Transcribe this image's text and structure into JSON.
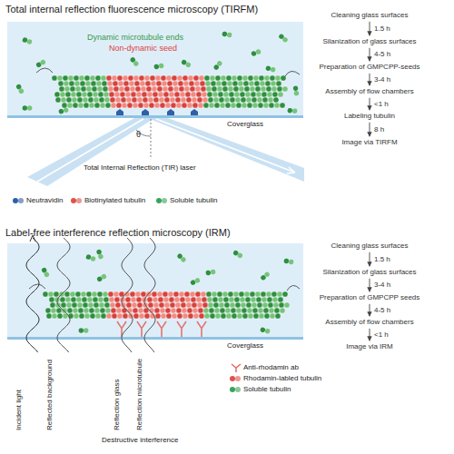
{
  "diagram": {
    "title": "Total internal reflection fluorescence microscopy (TIRFM)",
    "nodes": [
      {
        "text": [
          "Cleaning glass surfaces"
        ]
      },
      {
        "text": [
          "Silanization of glass surfaces"
        ]
      },
      {
        "text": [
          "Preparation of GMPCPP-seeds"
        ]
      },
      {
        "text": [
          "Assembly of flow chambers"
        ]
      },
      {
        "text": [
          "Labeling tubulin"
        ]
      },
      {
        "text": [
          "Image via TIRFM"
        ]
      },
      {
        "text": [
          "Cleaning glass surfaces"
        ]
      },
      {
        "text": [
          "Silanization of glass surfaces"
        ]
      },
      {
        "text": [
          "Preparation of GMPCPP seeds"
        ]
      },
      {
        "text": [
          "Assembly of flow chambers"
        ]
      },
      {
        "text": [
          "Image via IRM"
        ]
      }
    ],
    "edges": [
      {
        "from": 0,
        "to": 1,
        "arrow": "to",
        "label": "1.5 h"
      },
      {
        "from": 1,
        "to": 2,
        "arrow": "to",
        "label": "4-5 h"
      },
      {
        "from": 2,
        "to": 3,
        "arrow": "to",
        "label": "3-4 h"
      },
      {
        "from": 3,
        "to": 4,
        "arrow": "to",
        "label": "<1 h"
      },
      {
        "from": 4,
        "to": 5,
        "arrow": "to",
        "label": "8 h"
      },
      {
        "from": 6,
        "to": 7,
        "arrow": "to",
        "label": "1.5 h"
      },
      {
        "from": 7,
        "to": 8,
        "arrow": "to",
        "label": "3-4 h"
      },
      {
        "from": 8,
        "to": 9,
        "arrow": "to",
        "label": "4-5 h"
      },
      {
        "from": 9,
        "to": 10,
        "arrow": "to",
        "label": "<1 h"
      }
    ],
    "labels": [
      "Dynamic microtubule ends",
      "Non-dynamic seed",
      "Coverglass",
      "θ",
      "Total Internal Reflection (TIR) laser",
      "Label-free interference reflection microscopy (IRM)",
      "Coverglass",
      "Incident light",
      "Reflected background",
      "Reflection glass",
      "Reflection microtubule",
      "Destructive interference"
    ],
    "legend": [
      {
        "text": "Neutravidin",
        "color": "#2f5fa7"
      },
      {
        "text": "Biotinylated tubulin",
        "color": "#e0524a"
      },
      {
        "text": "Soluble tubulin",
        "color": "#3aa35a"
      },
      {
        "text": "Anti-rhodamin ab"
      },
      {
        "text": "Rhodamin-labled tubulin",
        "color": "#e0524a"
      },
      {
        "text": "Soluble tubulin",
        "color": "#3aa35a"
      }
    ]
  }
}
